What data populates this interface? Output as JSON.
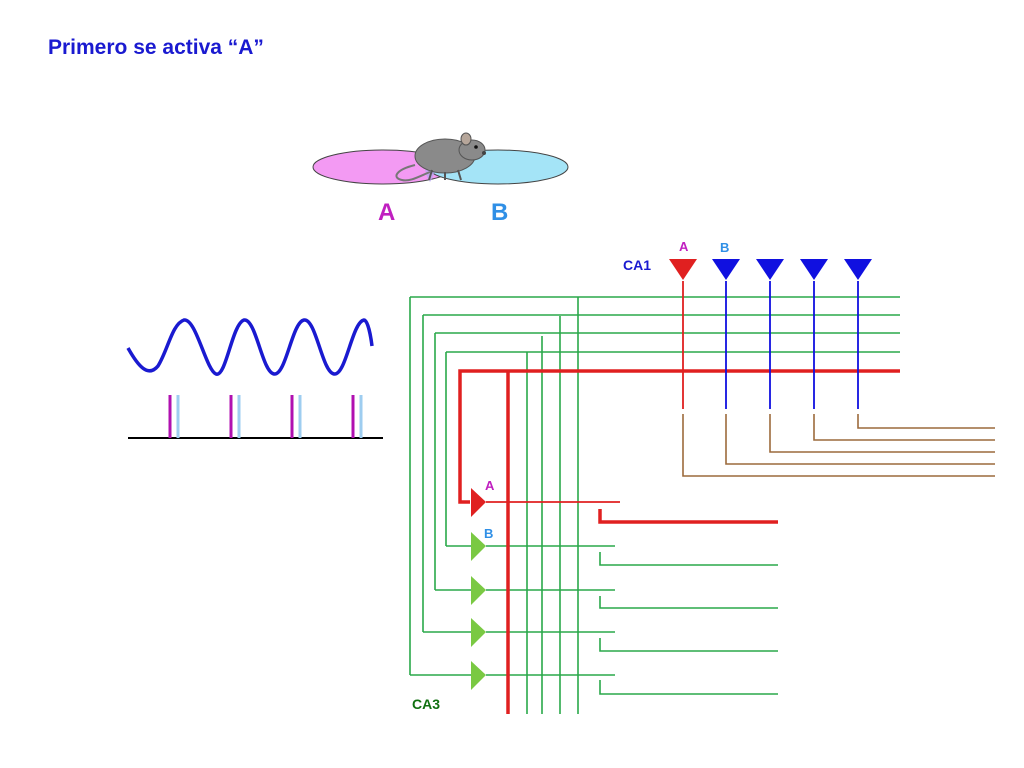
{
  "title": "Primero se activa “A”",
  "place_fields": {
    "label_a": "A",
    "label_b": "B"
  },
  "ca1": {
    "label": "CA1",
    "neuron_a_label": "A",
    "neuron_b_label": "B"
  },
  "ca3": {
    "label": "CA3",
    "neuron_a_label": "A",
    "neuron_b_label": "B"
  },
  "colors": {
    "title": "#1a1ad0",
    "place_field_a": "#f39af3",
    "place_field_b": "#9fe3f7",
    "label_a": "#c020c0",
    "label_b": "#2f8fe6",
    "theta_wave": "#1a1ad0",
    "spike_a": "#b010b0",
    "spike_b": "#9ecdf0",
    "active": "#e02020",
    "ca1_neuron": "#1010e0",
    "ca3_neuron": "#7ac943",
    "collateral": "#2aa84a",
    "output": "#9c6a3c",
    "ca3_label": "#107010"
  }
}
